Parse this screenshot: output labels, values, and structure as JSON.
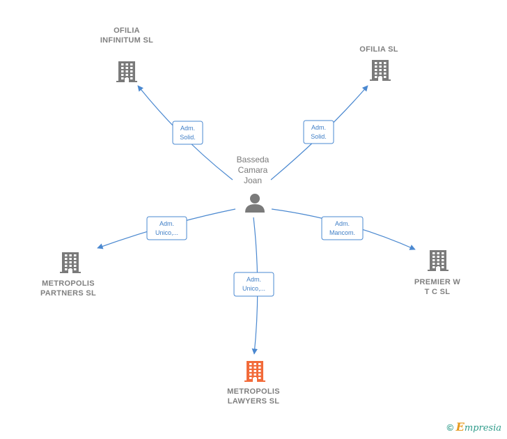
{
  "person": {
    "lines": [
      "Basseda",
      "Camara",
      "Joan"
    ]
  },
  "companies": [
    {
      "id": "ofilia-infinitum",
      "lines": [
        "OFILIA",
        "INFINITUM  SL"
      ],
      "color": "#7a7a7a"
    },
    {
      "id": "ofilia",
      "lines": [
        "OFILIA SL"
      ],
      "color": "#7a7a7a"
    },
    {
      "id": "metropolis-partners",
      "lines": [
        "METROPOLIS",
        "PARTNERS  SL"
      ],
      "color": "#7a7a7a"
    },
    {
      "id": "premier-wtc",
      "lines": [
        "PREMIER W",
        "T C SL"
      ],
      "color": "#7a7a7a"
    },
    {
      "id": "metropolis-lawyers",
      "lines": [
        "METROPOLIS",
        "LAWYERS  SL"
      ],
      "color": "#f26b3a"
    }
  ],
  "edges": [
    {
      "to": "ofilia-infinitum",
      "lines": [
        "Adm.",
        "Solid."
      ]
    },
    {
      "to": "ofilia",
      "lines": [
        "Adm.",
        "Solid."
      ]
    },
    {
      "to": "metropolis-partners",
      "lines": [
        "Adm.",
        "Unico,..."
      ]
    },
    {
      "to": "premier-wtc",
      "lines": [
        "Adm.",
        "Mancom."
      ]
    },
    {
      "to": "metropolis-lawyers",
      "lines": [
        "Adm.",
        "Unico,..."
      ]
    }
  ],
  "colors": {
    "edge": "#4a88d0",
    "building": "#7a7a7a",
    "highlight": "#f26b3a",
    "person": "#7a7a7a"
  },
  "footer": {
    "copyright": "©",
    "brand_initial": "E",
    "brand_rest": "mpresia"
  }
}
